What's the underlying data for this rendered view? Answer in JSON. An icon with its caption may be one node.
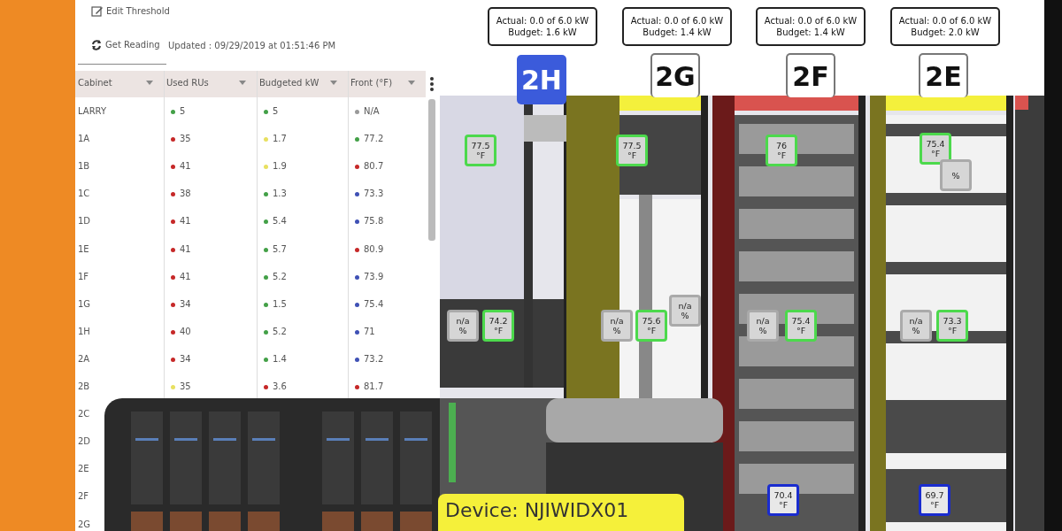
{
  "diagram": {
    "nodes": [
      {
        "text": [
          "Actual: 0.0 of 6.0 kW",
          "Budget: 1.6 kW"
        ]
      },
      {
        "text": [
          "Actual: 0.0 of 6.0 kW",
          "Budget: 1.4 kW"
        ]
      },
      {
        "text": [
          "Actual: 0.0 of 6.0 kW",
          "Budget: 1.4 kW"
        ]
      },
      {
        "text": [
          "Actual: 0.0 of 6.0 kW",
          "Budget: 2.0 kW"
        ]
      },
      {
        "text": [
          "2H"
        ]
      },
      {
        "text": [
          "2G"
        ]
      },
      {
        "text": [
          "2F"
        ]
      },
      {
        "text": [
          "2E"
        ]
      },
      {
        "text": [
          "77.5 °F"
        ]
      },
      {
        "text": [
          "77.5 °F"
        ]
      },
      {
        "text": [
          "76 °F"
        ]
      },
      {
        "text": [
          "75.4 °F"
        ]
      },
      {
        "text": [
          "%"
        ]
      },
      {
        "text": [
          "n/a %"
        ]
      },
      {
        "text": [
          "74.2 °F"
        ]
      },
      {
        "text": [
          "n/a %"
        ]
      },
      {
        "text": [
          "75.6 °F"
        ]
      },
      {
        "text": [
          "n/a %"
        ]
      },
      {
        "text": [
          "n/a %"
        ]
      },
      {
        "text": [
          "75.4 °F"
        ]
      },
      {
        "text": [
          "n/a %"
        ]
      },
      {
        "text": [
          "73.3 °F"
        ]
      },
      {
        "text": [
          "70.4 °F"
        ]
      },
      {
        "text": [
          "69.7 °F"
        ]
      },
      {
        "text": [
          "Device: NJIWIDX01"
        ]
      }
    ],
    "labels": [
      "Edit Threshold",
      "Get Reading",
      "Updated : 09/29/2019 at 01:51:46 PM",
      "Cabinet",
      "Used RUs",
      "Budgeted kW",
      "Front (°F)",
      "LARRY",
      "5",
      "5",
      "N/A",
      "1A",
      "35",
      "1.7",
      "77.2",
      "1B",
      "41",
      "1.9",
      "80.7",
      "1C",
      "38",
      "1.3",
      "73.3",
      "1D",
      "41",
      "5.4",
      "75.8",
      "1E",
      "41",
      "5.7",
      "80.9",
      "1F",
      "41",
      "5.2",
      "73.9",
      "1G",
      "34",
      "1.5",
      "75.4",
      "1H",
      "40",
      "5.2",
      "71",
      "2A",
      "34",
      "1.4",
      "73.2",
      "2B",
      "35",
      "3.6",
      "81.7",
      "2C",
      "2D",
      "2E",
      "2F",
      "2G"
    ]
  }
}
